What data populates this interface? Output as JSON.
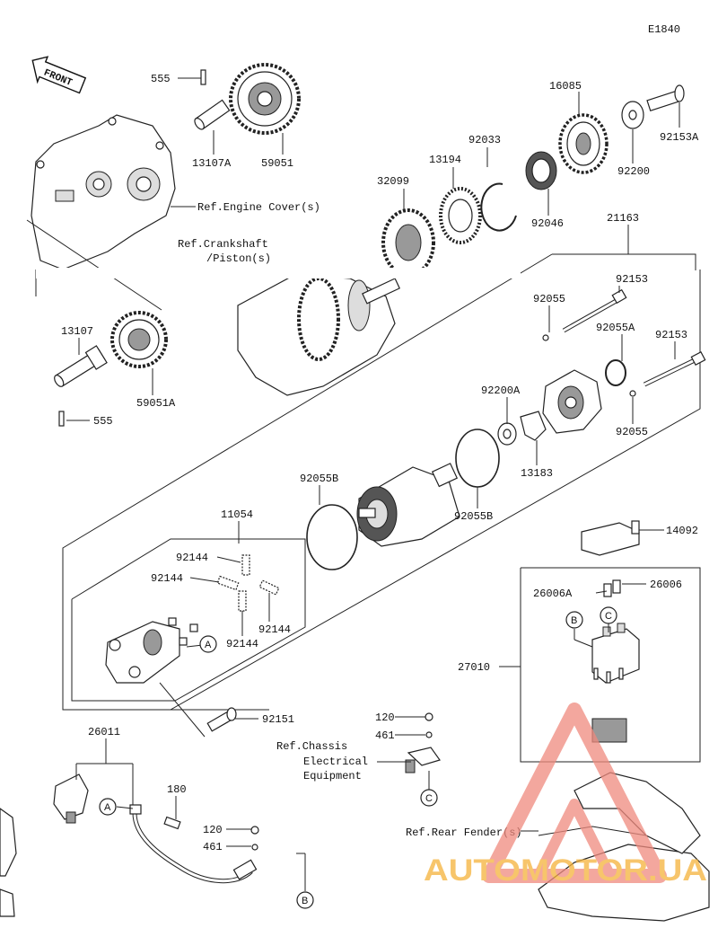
{
  "diagram_code": "E1840",
  "front_label": "FRONT",
  "callouts": [
    "A",
    "B",
    "C"
  ],
  "labels": {
    "p555_top": "555",
    "p13107A": "13107A",
    "p59051": "59051",
    "p16085": "16085",
    "p92153A": "92153A",
    "p92200": "92200",
    "p92033": "92033",
    "p13194": "13194",
    "p92046": "92046",
    "p32099": "32099",
    "p21163": "21163",
    "p92153_a": "92153",
    "p92055_a": "92055",
    "p92055A": "92055A",
    "p92153_b": "92153",
    "p92055_b": "92055",
    "p92200A": "92200A",
    "p13183": "13183",
    "p13107": "13107",
    "p59051A": "59051A",
    "p555_bottom": "555",
    "p92055B_a": "92055B",
    "p92055B_b": "92055B",
    "p11054": "11054",
    "p92144_a": "92144",
    "p92144_b": "92144",
    "p92144_c": "92144",
    "p92144_d": "92144",
    "p92151": "92151",
    "p14092": "14092",
    "p26006A": "26006A",
    "p26006": "26006",
    "p27010": "27010",
    "p26011": "26011",
    "p120_a": "120",
    "p461_a": "461",
    "p180": "180",
    "p120_b": "120",
    "p461_b": "461"
  },
  "references": {
    "engine_cover": "Ref.Engine Cover(s)",
    "crankshaft_l1": "Ref.Crankshaft",
    "crankshaft_l2": "/Piston(s)",
    "chassis_l1": "Ref.Chassis",
    "chassis_l2": "Electrical",
    "chassis_l3": "Equipment",
    "rear_fender": "Ref.Rear Fender(s)"
  },
  "watermark": "AUTOMOTOR.UA",
  "watermark_color": "#f08a7e"
}
